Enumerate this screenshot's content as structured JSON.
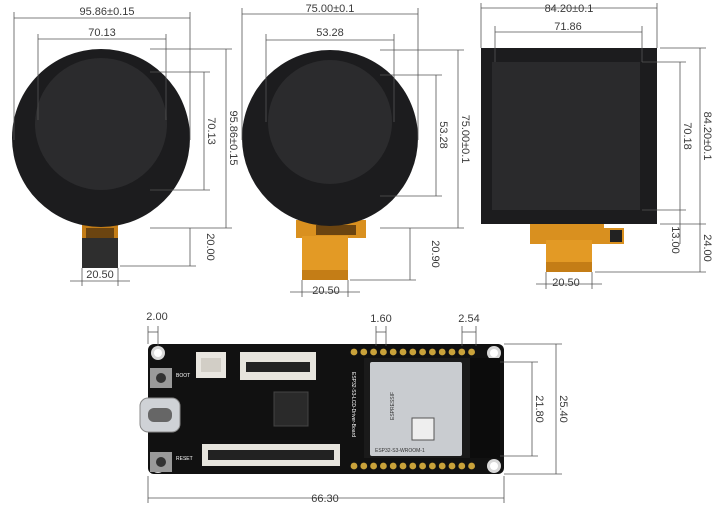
{
  "displays": {
    "round_large": {
      "outer_width": "95.86±0.15",
      "inner_width": "70.13",
      "outer_height": "95.86±0.15",
      "inner_height": "70.13",
      "fpc_length": "20.00",
      "fpc_width": "20.50"
    },
    "round_small": {
      "outer_width": "75.00±0.1",
      "inner_width": "53.28",
      "outer_height": "75.00±0.1",
      "inner_height": "53.28",
      "fpc_length": "20.90",
      "fpc_width": "20.50"
    },
    "square": {
      "outer_width": "84.20±0.1",
      "inner_width": "71.86",
      "outer_height": "84.20±0.1",
      "inner_height": "70.18",
      "fpc_offset": "13.00",
      "fpc_length": "24.00",
      "fpc_width": "20.50"
    }
  },
  "board": {
    "hole_offset": "2.00",
    "pin_width": "1.60",
    "pin_pitch": "2.54",
    "module_height": "21.80",
    "board_height": "25.40",
    "board_length": "66.30",
    "silkscreen": {
      "boot": "BOOT",
      "reset": "RESET",
      "board_name": "ESP32-S3-LCD-Driver-Board",
      "module_brand": "ESPRESSIF",
      "module_model": "ESP32-S3-WROOM-1"
    }
  },
  "colors": {
    "panel_dark": "#1c1c1e",
    "panel_inner": "#2a2a2c",
    "fpc_orange": "#d9901f",
    "pcb": "#111111",
    "module_metal": "#c9ccd0"
  }
}
